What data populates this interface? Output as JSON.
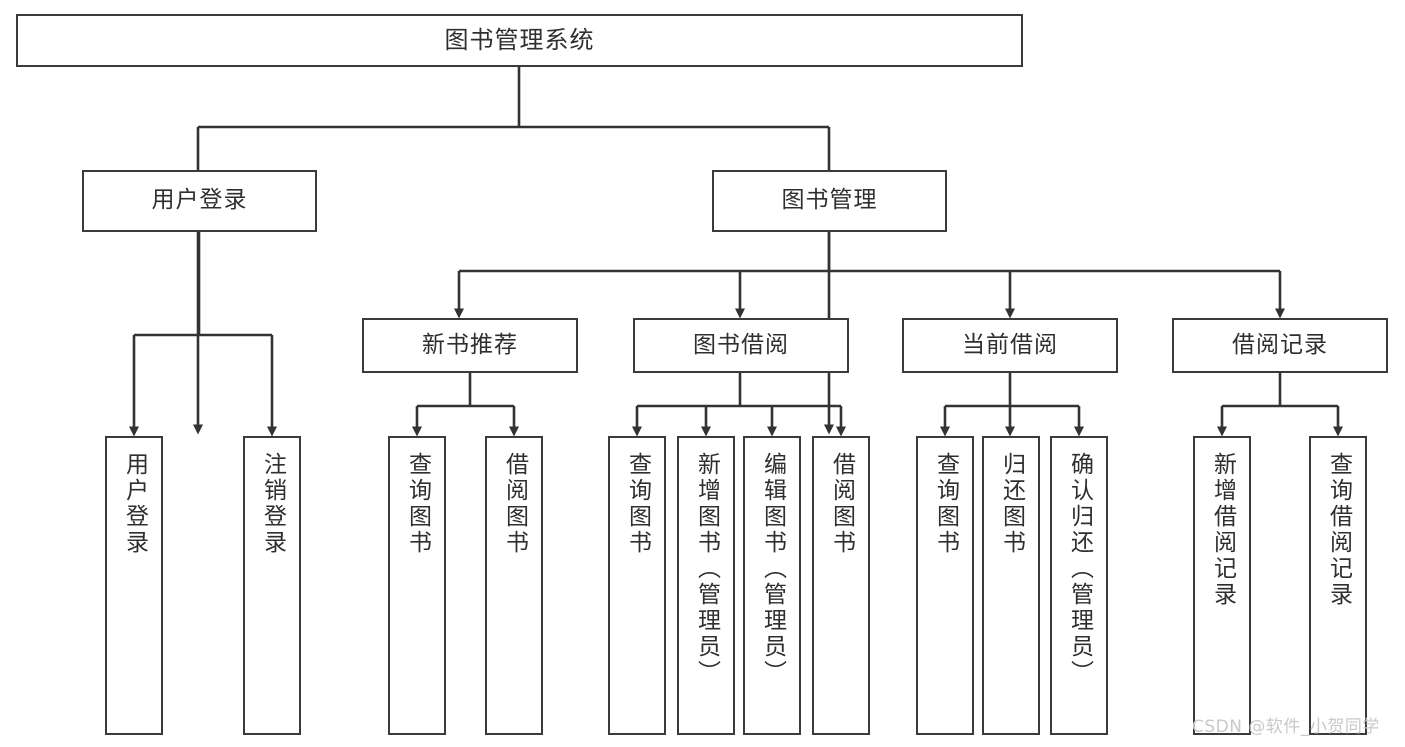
{
  "diagram": {
    "type": "tree",
    "title": "图书管理系统",
    "orientation": "top-down",
    "colors": {
      "box_border": "#3b3b3b",
      "box_fill": "#ffffff",
      "connector": "#333333",
      "text": "#2f2f2f",
      "watermark": "#c9c9c9"
    },
    "root": {
      "label": "图书管理系统"
    },
    "level2": [
      {
        "id": "user-login",
        "label": "用户登录"
      },
      {
        "id": "book-manage",
        "label": "图书管理"
      }
    ],
    "level3": [
      {
        "id": "new-book-recommend",
        "label": "新书推荐"
      },
      {
        "id": "book-borrow",
        "label": "图书借阅"
      },
      {
        "id": "current-borrow",
        "label": "当前借阅"
      },
      {
        "id": "borrow-record",
        "label": "借阅记录"
      }
    ],
    "leaves": [
      {
        "id": "leaf-user-login",
        "parent": "user-login",
        "label": "用户登录"
      },
      {
        "id": "leaf-logout",
        "parent": "user-login",
        "label": "注销登录"
      },
      {
        "id": "leaf-query-book-1",
        "parent": "new-book-recommend",
        "label": "查询图书"
      },
      {
        "id": "leaf-borrow-book-1",
        "parent": "new-book-recommend",
        "label": "借阅图书"
      },
      {
        "id": "leaf-query-book-2",
        "parent": "book-borrow",
        "label": "查询图书"
      },
      {
        "id": "leaf-add-book",
        "parent": "book-borrow",
        "label": "新增图书（管理员）"
      },
      {
        "id": "leaf-edit-book",
        "parent": "book-borrow",
        "label": "编辑图书（管理员）"
      },
      {
        "id": "leaf-borrow-book-2",
        "parent": "book-borrow",
        "label": "借阅图书"
      },
      {
        "id": "leaf-query-book-3",
        "parent": "current-borrow",
        "label": "查询图书"
      },
      {
        "id": "leaf-return-book",
        "parent": "current-borrow",
        "label": "归还图书"
      },
      {
        "id": "leaf-confirm-return",
        "parent": "current-borrow",
        "label": "确认归还（管理员）"
      },
      {
        "id": "leaf-add-borrow-record",
        "parent": "borrow-record",
        "label": "新增借阅记录"
      },
      {
        "id": "leaf-query-borrow-record",
        "parent": "borrow-record",
        "label": "查询借阅记录"
      }
    ]
  },
  "watermark": {
    "text": "CSDN @软件_小贺同学"
  }
}
